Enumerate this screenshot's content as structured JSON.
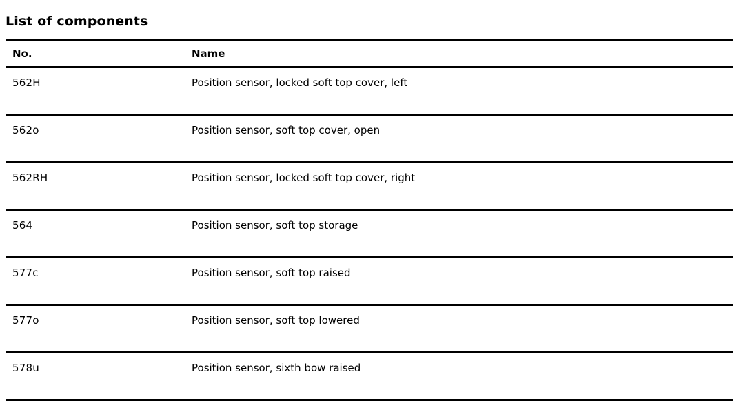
{
  "document": {
    "title": "List of components"
  },
  "table": {
    "columns": [
      {
        "key": "no",
        "label": "No."
      },
      {
        "key": "name",
        "label": "Name"
      }
    ],
    "rows": [
      {
        "no": "562H",
        "name": "Position sensor, locked soft top cover, left"
      },
      {
        "no": "562o",
        "name": "Position sensor, soft top cover, open"
      },
      {
        "no": "562RH",
        "name": "Position sensor, locked soft top cover, right"
      },
      {
        "no": "564",
        "name": "Position sensor, soft top storage"
      },
      {
        "no": "577c",
        "name": "Position sensor, soft top raised"
      },
      {
        "no": "577o",
        "name": "Position sensor, soft top lowered"
      },
      {
        "no": "578u",
        "name": "Position sensor, sixth bow raised"
      }
    ]
  },
  "style": {
    "text_color": "#000000",
    "rule_color": "#000000",
    "background": "#ffffff"
  }
}
